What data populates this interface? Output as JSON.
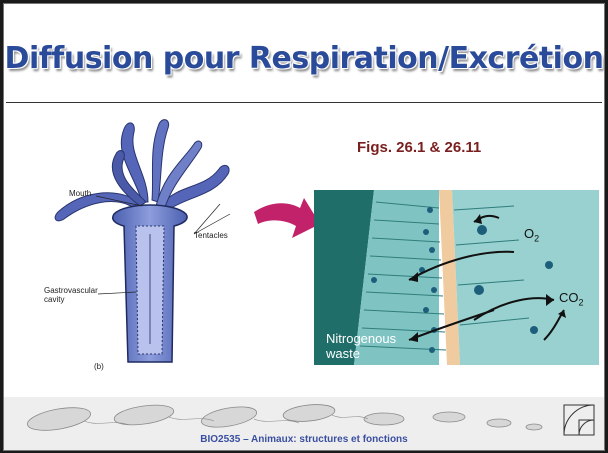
{
  "slide": {
    "title": "Diffusion pour Respiration/Excrétion",
    "figure_ref": "Figs. 26.1 & 26.11",
    "footer": "BIO2535 – Animaux: structures et fonctions"
  },
  "hydra_figure": {
    "mouth_label": "Mouth",
    "tentacles_label": "Tentacles",
    "cavity_label_line1": "Gastrovascular",
    "cavity_label_line2": "cavity",
    "panel_label": "(b)"
  },
  "tissue_figure": {
    "o2_label": "O",
    "o2_sub": "2",
    "co2_label": "CO",
    "co2_sub": "2",
    "waste_label_line1": "Nitrogenous",
    "waste_label_line2": "waste"
  },
  "colors": {
    "title": "#2a4a9a",
    "figure_ref": "#7a1f1f",
    "footer": "#3a4fa0",
    "arrow": "#c2226a"
  }
}
